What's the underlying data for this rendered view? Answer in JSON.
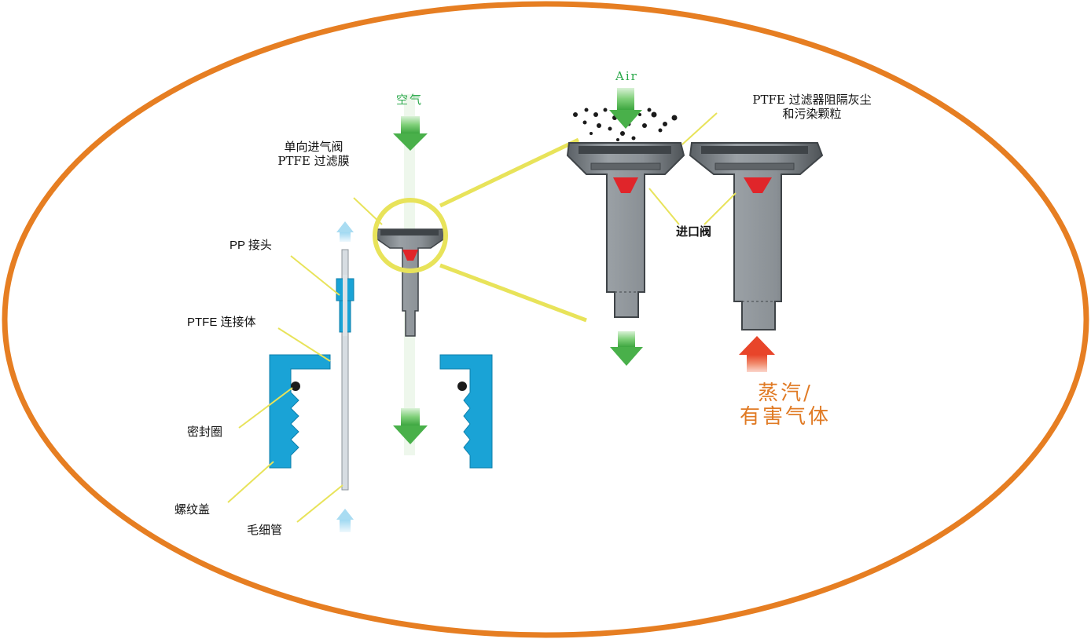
{
  "labels": {
    "air_cn": "空气",
    "check_valve_line1": "单向进气阀",
    "check_valve_line2": "PTFE 过滤膜",
    "pp_connector": "PP 接头",
    "ptfe_connector": "PTFE 连接体",
    "seal_ring": "密封圈",
    "screw_cap": "螺纹盖",
    "capillary": "毛细管",
    "air_en": "Air",
    "ptfe_filter_line1": "PTFE 过滤器阻隔灰尘",
    "ptfe_filter_line2": "和污染颗粒",
    "inlet_valve": "进口阀",
    "vapor_line1": "蒸汽/",
    "vapor_line2": "有害气体"
  },
  "colors": {
    "frame_orange": "#e67e22",
    "callout_yellow": "#e8e35a",
    "cap_blue": "#1aa3d6",
    "valve_gray": "#7a7f84",
    "valve_dark": "#3f4448",
    "check_red": "#e0252a",
    "arrow_green": "#49b04a",
    "arrow_red": "#e8452a",
    "arrow_lightblue": "#a9dcf2"
  },
  "icons": [
    "green-down-arrow-icon",
    "red-up-arrow-icon",
    "light-blue-up-arrow-icon",
    "dust-particles-icon"
  ]
}
